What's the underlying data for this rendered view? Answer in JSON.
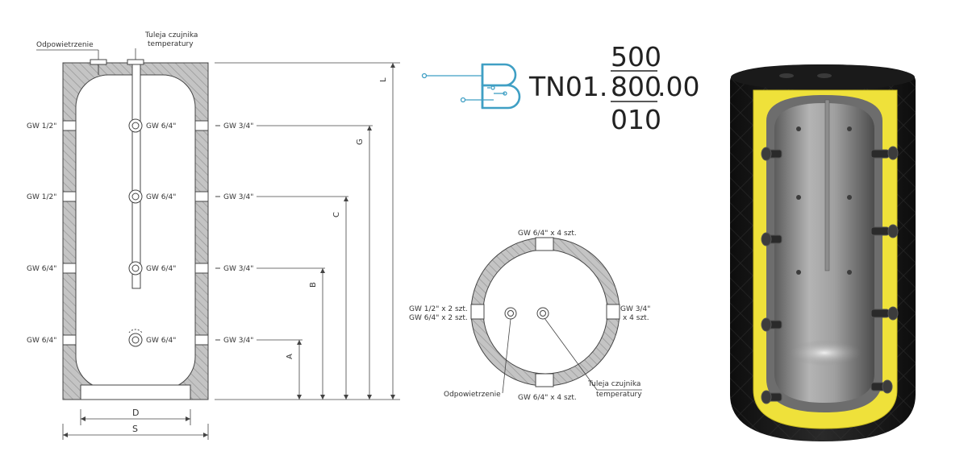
{
  "side_view": {
    "vent_label": "Odpowietrzenie",
    "sensor_label_line1": "Tuleja czujnika",
    "sensor_label_line2": "temperatury",
    "left_ports": [
      "GW 1/2\"",
      "GW 1/2\"",
      "GW 6/4\"",
      "GW 6/4\""
    ],
    "center_ports": [
      "GW 6/4\"",
      "GW 6/4\"",
      "GW 6/4\"",
      "GW 6/4\""
    ],
    "right_ports": [
      "GW 3/4\"",
      "GW 3/4\"",
      "GW 3/4\"",
      "GW 3/4\""
    ],
    "dim_D": "D",
    "dim_S": "S",
    "dim_A": "A",
    "dim_B": "B",
    "dim_C": "C",
    "dim_G": "G",
    "dim_L": "L"
  },
  "model_code": {
    "prefix": "TN01.",
    "top": "500",
    "middle": "800",
    "suffix": ".00",
    "bottom": "010",
    "logo_letter": "B",
    "logo_color": "#3f9fc4"
  },
  "top_view": {
    "top_label": "GW 6/4\" x 4 szt.",
    "bottom_label": "GW 6/4\" x 4 szt.",
    "left_label_line1": "GW 1/2\" x 2 szt.",
    "left_label_line2": "GW 6/4\" x 2 szt.",
    "right_label_line1": "GW 3/4\"",
    "right_label_line2": "x 4 szt.",
    "vent_label": "Odpowietrzenie",
    "sensor_label_line1": "Tuleja czujnika",
    "sensor_label_line2": "temperatury"
  },
  "colors": {
    "insulation": "#bdbdbd",
    "jacket": "#1c1c1c",
    "foam": "#efe13a",
    "tank": "#9a9a9a"
  }
}
